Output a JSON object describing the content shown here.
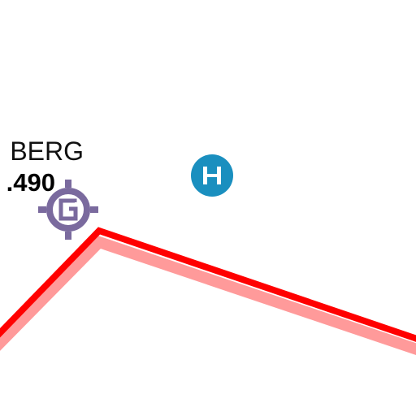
{
  "map": {
    "label": {
      "name": "BERG",
      "elevation": ".490"
    },
    "markers": [
      {
        "name": "summit-g-marker",
        "icon": "crosshair-g-icon",
        "letter": "G",
        "color": "#7a6a9e"
      },
      {
        "name": "helipad-marker",
        "icon": "helipad-h-icon",
        "letter": "H",
        "color": "#1a8fbf"
      }
    ],
    "route": {
      "color": "#ff0000",
      "casing_color": "#ff9a9a"
    }
  }
}
